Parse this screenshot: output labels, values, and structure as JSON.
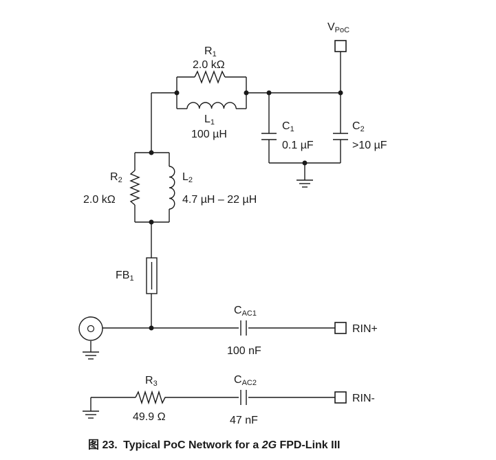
{
  "colors": {
    "ink": "#1a1a1a",
    "background": "#ffffff"
  },
  "supply": {
    "label_main": "V",
    "label_sub": "PoC"
  },
  "components": {
    "r1": {
      "ref": "R",
      "ref_sub": "1",
      "value": "2.0 kΩ"
    },
    "l1": {
      "ref": "L",
      "ref_sub": "1",
      "value": "100 µH"
    },
    "c1": {
      "ref": "C",
      "ref_sub": "1",
      "value": "0.1 µF"
    },
    "c2": {
      "ref": "C",
      "ref_sub": "2",
      "value": ">10 µF"
    },
    "r2": {
      "ref": "R",
      "ref_sub": "2",
      "value": "2.0 kΩ"
    },
    "l2": {
      "ref": "L",
      "ref_sub": "2",
      "value": "4.7 µH – 22 µH"
    },
    "fb1": {
      "ref": "FB",
      "ref_sub": "1"
    },
    "cac1": {
      "ref": "C",
      "ref_sub": "AC1",
      "value": "100 nF"
    },
    "cac2": {
      "ref": "C",
      "ref_sub": "AC2",
      "value": "47 nF"
    },
    "r3": {
      "ref": "R",
      "ref_sub": "3",
      "value": "49.9 Ω"
    }
  },
  "terminals": {
    "rin_plus": "RIN+",
    "rin_minus": "RIN-"
  },
  "caption": {
    "prefix": "图 23.",
    "text_before": "Typical PoC Network for a ",
    "italic": "2G",
    "text_after": " FPD-Link III"
  },
  "icons": [
    "ground-icon",
    "coax-connector-icon",
    "terminal-square-icon",
    "resistor-icon",
    "inductor-icon",
    "capacitor-icon",
    "ferrite-bead-icon"
  ]
}
